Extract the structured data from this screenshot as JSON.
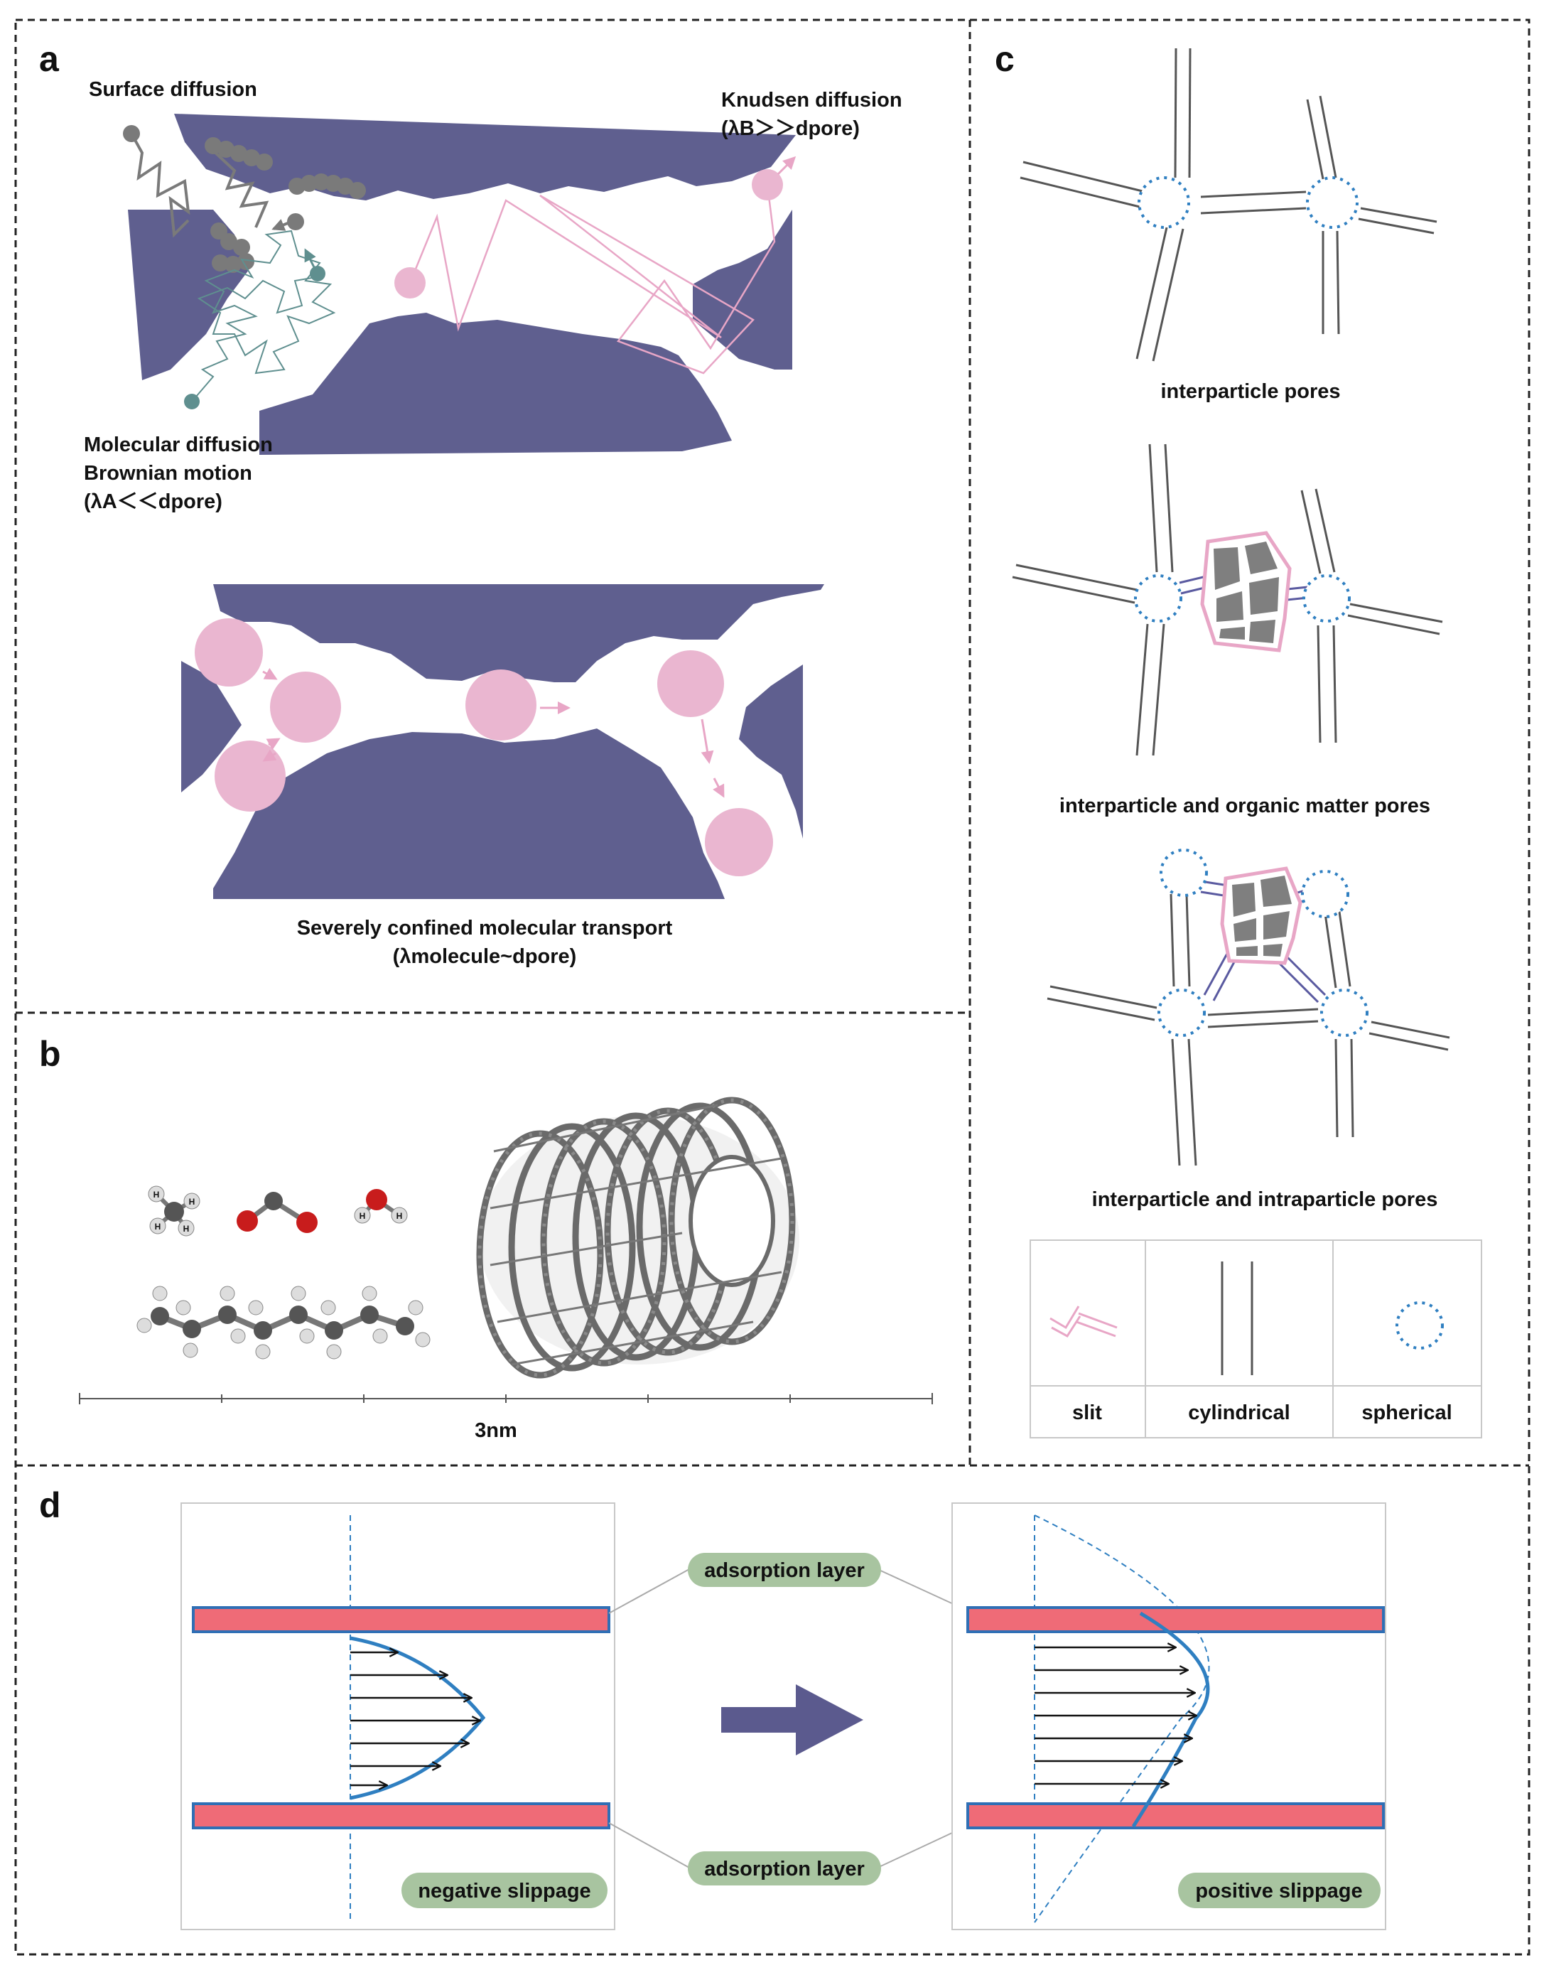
{
  "panels": {
    "a": {
      "letter": "a",
      "surface_diffusion": "Surface diffusion",
      "knudsen_line1": "Knudsen diffusion",
      "knudsen_line2": "(λB＞＞dpore)",
      "molecular_line1": "Molecular diffusion",
      "molecular_line2": "Brownian motion",
      "molecular_line3": "(λA＜＜dpore)",
      "confined_line1": "Severely confined molecular transport",
      "confined_line2": "(λmolecule~dpore)"
    },
    "b": {
      "letter": "b",
      "scale_label": "3nm",
      "h_label": "H"
    },
    "c": {
      "letter": "c",
      "label_1": "interparticle pores",
      "label_2": "interparticle and organic matter pores",
      "label_3": "interparticle and intraparticle pores",
      "legend": [
        "slit",
        "cylindrical",
        "spherical"
      ]
    },
    "d": {
      "letter": "d",
      "adsorption_top": "adsorption layer",
      "adsorption_bottom": "adsorption layer",
      "negative": "negative slippage",
      "positive": "positive slippage"
    }
  },
  "colors": {
    "rock": "#5f5f8f",
    "pink": "#eab6d0",
    "pink_line": "#e8a6c6",
    "teal": "#5f8f8f",
    "gray": "#7a7a7a",
    "blue_dot": "#2f7fc1",
    "wall_fill": "#ef6b77",
    "wall_stroke": "#2f6fb5",
    "badge": "#a8c4a0",
    "arrow": "#5b5a8e"
  }
}
